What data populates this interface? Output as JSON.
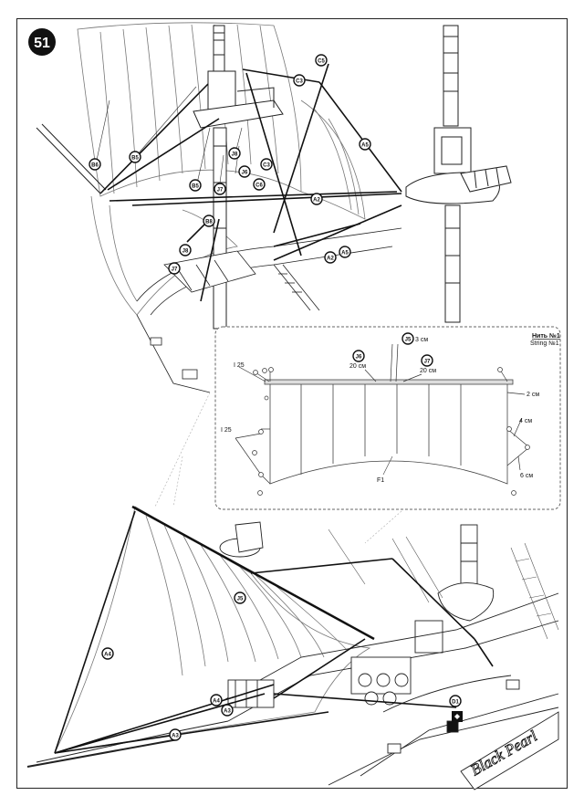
{
  "step": {
    "number": "51"
  },
  "callouts": {
    "C5": "C5",
    "C3": "C3",
    "C6": "C6",
    "A5": "A5",
    "A2": "A2",
    "B6": "B6",
    "B5": "B5",
    "J8": "J8",
    "J6": "J6",
    "J7": "J7",
    "B8": "B8",
    "J5": "J5",
    "A4": "A4",
    "A3": "A3",
    "D1": "D1"
  },
  "detail": {
    "string_label_ru": "Нить №1",
    "string_label_en": "String №1",
    "sail_label": "F1",
    "block_label_top": "I 25",
    "block_label_side": "I 25",
    "len_j5": "3 см",
    "len_j6": "20 см",
    "len_j7": "20 см",
    "len_right_top": "2 см",
    "len_right_mid": "4 см",
    "len_right_bot": "6 см"
  },
  "nameplate": {
    "text": "Black Pearl"
  }
}
